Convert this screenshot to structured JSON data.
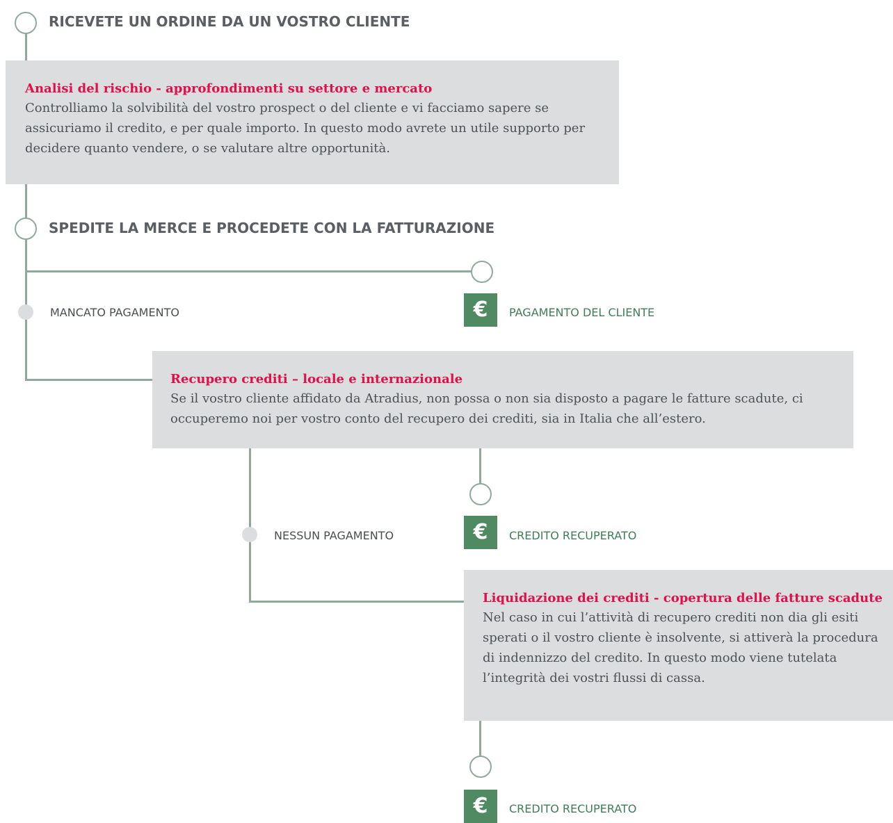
{
  "steps": {
    "order": "RICEVETE UN ORDINE DA UN VOSTRO CLIENTE",
    "ship": "SPEDITE LA MERCE E PROCEDETE CON LA FATTURAZIONE"
  },
  "boxes": {
    "risk": {
      "title": "Analisi del rischio - approfondimenti su settore e mercato",
      "text": "Controlliamo la solvibilità del vostro prospect o del cliente e vi facciamo sapere se assicuriamo il credito, e per quale importo. In questo modo avrete un utile supporto per decidere quanto vendere, o se valutare altre opportunità."
    },
    "recovery": {
      "title": "Recupero crediti – locale e internazionale",
      "text": "Se il vostro cliente affidato da Atradius, non possa o non sia disposto a pagare le fatture scadute, ci occuperemo noi per vostro conto del recupero dei crediti, sia in Italia che all’estero."
    },
    "liquidation": {
      "title": "Liquidazione dei crediti - copertura delle fatture scadute",
      "text": "Nel caso in cui l’attività di recupero crediti non dia gli esiti sperati o il vostro cliente è insolvente, si attiverà la procedura di indennizzo del credito. In questo modo viene tutelata l’integrità dei vostri flussi di cassa."
    }
  },
  "labels": {
    "mancato": "MANCATO PAGAMENTO",
    "pagamento_cliente": "PAGAMENTO DEL CLIENTE",
    "nessun": "NESSUN PAGAMENTO",
    "credito_1": "CREDITO RECUPERATO",
    "credito_2": "CREDITO RECUPERATO"
  },
  "icons": {
    "euro_symbol": "€"
  },
  "colors": {
    "line": "#8fa99b",
    "box": "#dcddde",
    "accent": "#e10f4a",
    "euro": "#4f8a63"
  }
}
